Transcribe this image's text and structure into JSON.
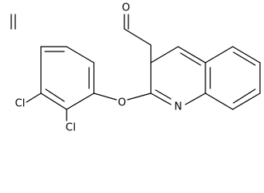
{
  "structure": {
    "atoms": {
      "aldehyde_oxygen": "O",
      "chlorine_upper": "Cl",
      "chlorine_lower": "Cl",
      "ether_oxygen": "O",
      "ring_nitrogen": "N"
    },
    "colors": {
      "bond": "#000000",
      "label": "#000000",
      "background": "#ffffff"
    }
  }
}
